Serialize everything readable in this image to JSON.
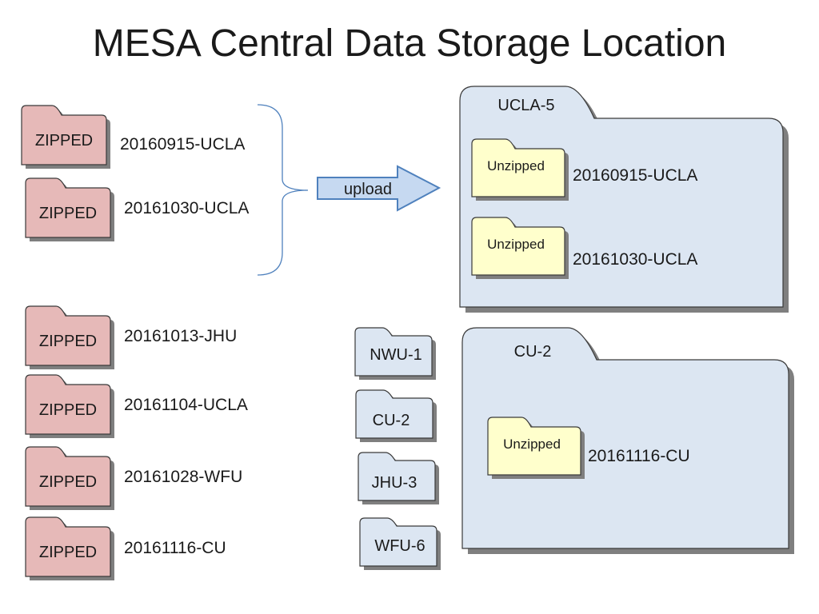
{
  "title": "MESA Central Data Storage Location",
  "upload_label": "upload",
  "zipped_folders": [
    {
      "tag": "ZIPPED",
      "name": "20160915-UCLA"
    },
    {
      "tag": "ZIPPED",
      "name": "20161030-UCLA"
    },
    {
      "tag": "ZIPPED",
      "name": "20161013-JHU"
    },
    {
      "tag": "ZIPPED",
      "name": "20161104-UCLA"
    },
    {
      "tag": "ZIPPED",
      "name": "20161028-WFU"
    },
    {
      "tag": "ZIPPED",
      "name": "20161116-CU"
    }
  ],
  "site_folders": [
    "NWU-1",
    "CU-2",
    "JHU-3",
    "WFU-6"
  ],
  "big_folders": [
    {
      "label": "UCLA-5",
      "items": [
        {
          "tag": "Unzipped",
          "name": "20160915-UCLA"
        },
        {
          "tag": "Unzipped",
          "name": "20161030-UCLA"
        }
      ]
    },
    {
      "label": "CU-2",
      "items": [
        {
          "tag": "Unzipped",
          "name": "20161116-CU"
        }
      ]
    }
  ],
  "colors": {
    "zipped_fill": "#E6B9B8",
    "unzipped_fill": "#FFFFCC",
    "site_fill": "#DCE6F2",
    "arrow_fill": "#C6D9F1",
    "arrow_stroke": "#4F81BD",
    "brace_stroke": "#4F81BD",
    "outline": "#3A3A3A",
    "shadow": "#7F7F7F"
  }
}
